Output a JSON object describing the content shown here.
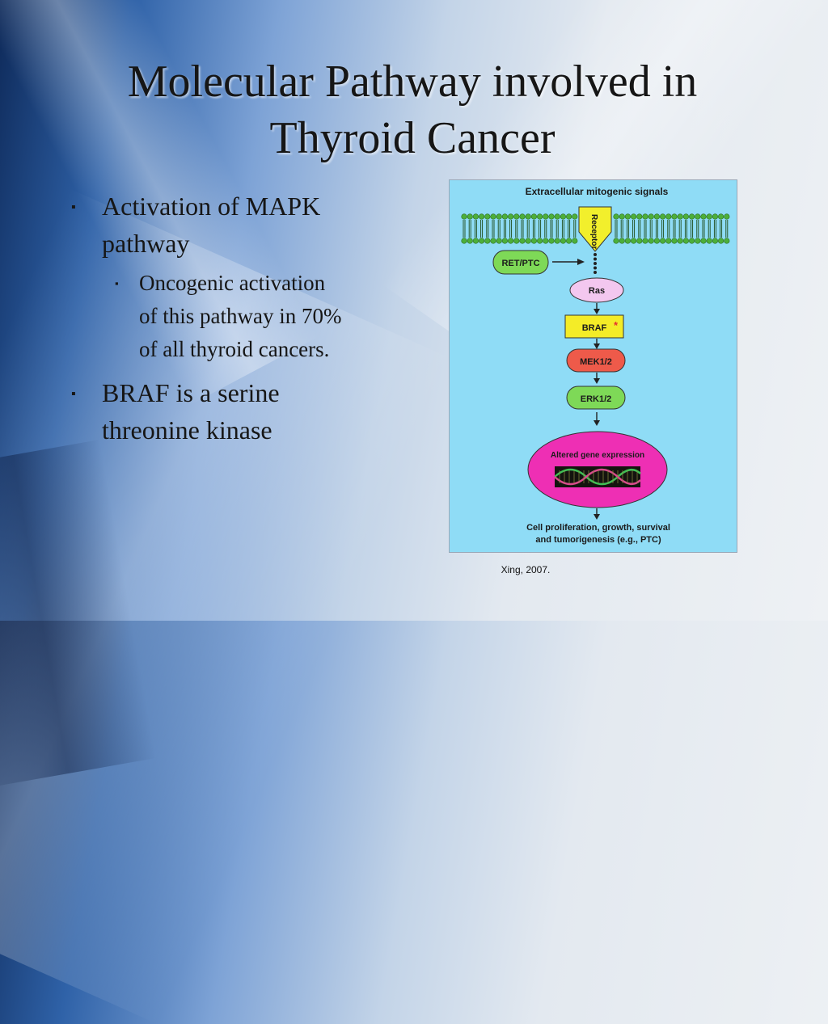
{
  "slide": {
    "title_line1": "Molecular Pathway involved in",
    "title_line2": "Thyroid Cancer",
    "bullets": {
      "b1_line1": "Activation of MAPK",
      "b1_line2": "pathway",
      "b1_sub_line1": "Oncogenic activation",
      "b1_sub_line2": "of this pathway in 70%",
      "b1_sub_line3": "of all thyroid cancers.",
      "b2_line1": "BRAF is a serine",
      "b2_line2": "threonine kinase"
    },
    "citation": "Xing, 2007."
  },
  "diagram": {
    "top_label": "Extracellular mitogenic signals",
    "receptor": "Receptor",
    "ret_ptc": "RET/PTC",
    "ras": "Ras",
    "braf": "BRAF",
    "braf_mark": "*",
    "mek": "MEK1/2",
    "erk": "ERK1/2",
    "gene_expression": "Altered gene expression",
    "outcome_line1": "Cell proliferation, growth, survival",
    "outcome_line2": "and tumorigenesis (e.g., PTC)",
    "colors": {
      "background": "#8fdcf6",
      "membrane": "#4caf3a",
      "receptor": "#f2ef2c",
      "ret_ptc": "#7ed957",
      "ras": "#f3c7ef",
      "braf": "#f4ec27",
      "mek": "#ee5a4a",
      "erk": "#7ed957",
      "gene_expression": "#ee2fb4"
    }
  }
}
